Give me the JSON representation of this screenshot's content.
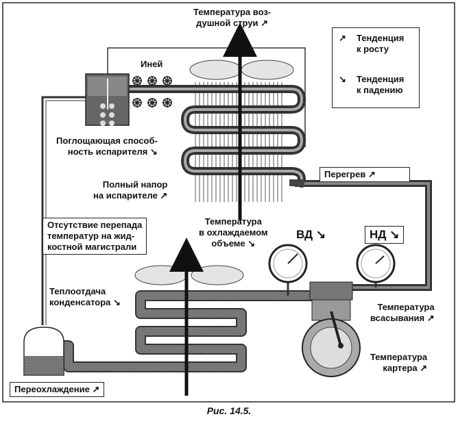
{
  "labels": {
    "air_temp": "Температура воз-\nдушной струи ↗",
    "frost": "Иней",
    "evap_capacity": "Поглощающая способ-\nность испарителя ↘",
    "evap_head": "Полный напор\nна испарителе ↗",
    "no_diff": "Отсутствие перепада\nтемператур на жид-\nкостной магистрали",
    "cond_heat": "Теплоотдача\nконденсатора ↘",
    "subcool": "Переохлаждение ↗",
    "cooled_temp": "Температура\nв охлаждаемом\nобъеме ↘",
    "hp": "ВД ↘",
    "lp": "НД ↘",
    "superheat": "Перегрев ↗",
    "suction_temp": "Температура\nвсасывания ↗",
    "crankcase_temp": "Температура\nкартера ↗"
  },
  "legend": {
    "up_symbol": "↗",
    "up_text": "Тенденция\nк росту",
    "down_symbol": "↘",
    "down_text": "Тенденция\nк падению"
  },
  "caption": "Рис. 14.5."
}
